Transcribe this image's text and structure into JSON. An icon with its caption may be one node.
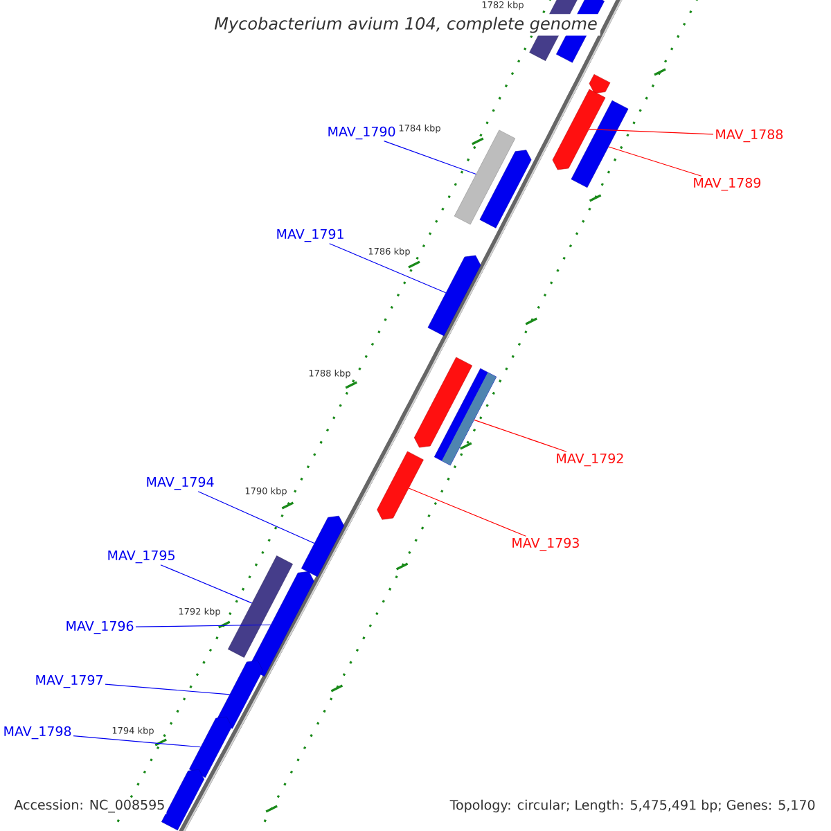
{
  "diagram": {
    "title": "Mycobacterium avium 104, complete genome",
    "nodes": [
      {
        "text": [
          "MAV_1788"
        ]
      },
      {
        "text": [
          "MAV_1789"
        ]
      },
      {
        "text": [
          "MAV_1790"
        ]
      },
      {
        "text": [
          "MAV_1791"
        ]
      },
      {
        "text": [
          "MAV_1792"
        ]
      },
      {
        "text": [
          "MAV_1793"
        ]
      },
      {
        "text": [
          "MAV_1794"
        ]
      },
      {
        "text": [
          "MAV_1795"
        ]
      },
      {
        "text": [
          "MAV_1796"
        ]
      },
      {
        "text": [
          "MAV_1797"
        ]
      },
      {
        "text": [
          "MAV_1798"
        ]
      },
      {
        "text": [],
        "shape": "bar"
      },
      {
        "text": [],
        "shape": "bar"
      },
      {
        "text": [],
        "shape": "bar"
      },
      {
        "text": [],
        "shape": "bar"
      },
      {
        "text": [],
        "shape": "bar"
      },
      {
        "text": [],
        "shape": "bar"
      },
      {
        "text": [],
        "shape": "bar"
      },
      {
        "text": [],
        "shape": "bar"
      },
      {
        "text": [],
        "shape": "bar"
      },
      {
        "text": [],
        "shape": "bar"
      },
      {
        "text": [],
        "shape": "bar"
      },
      {
        "text": [],
        "shape": "bar"
      },
      {
        "text": [],
        "shape": "bar"
      },
      {
        "text": [],
        "shape": "bar"
      },
      {
        "text": [],
        "shape": "bar"
      },
      {
        "text": [],
        "shape": "bar"
      },
      {
        "text": [],
        "shape": "bar"
      }
    ],
    "edges": [
      {
        "from": 0,
        "to": 14,
        "arrow": "none",
        "color": "#ff0000"
      },
      {
        "from": 1,
        "to": 15,
        "arrow": "none",
        "color": "#ff0000"
      },
      {
        "from": 2,
        "to": 16,
        "arrow": "none"
      },
      {
        "from": 3,
        "to": 18,
        "arrow": "none"
      },
      {
        "from": 4,
        "to": 20,
        "arrow": "none",
        "color": "#ff0000"
      },
      {
        "from": 5,
        "to": 21,
        "arrow": "none",
        "color": "#ff0000"
      },
      {
        "from": 6,
        "to": 22,
        "arrow": "none"
      },
      {
        "from": 7,
        "to": 23,
        "arrow": "none"
      },
      {
        "from": 8,
        "to": 24,
        "arrow": "none"
      },
      {
        "from": 9,
        "to": 25,
        "arrow": "none"
      },
      {
        "from": 10,
        "to": 26,
        "arrow": "none"
      }
    ],
    "labels": [
      "1782 kbp",
      "1784 kbp",
      "1786 kbp",
      "1788 kbp",
      "1790 kbp",
      "1792 kbp",
      "1794 kbp",
      "Accession: NC_008595",
      "Topology: circular; Length: 5,475,491 bp; Genes: 5,170"
    ]
  }
}
